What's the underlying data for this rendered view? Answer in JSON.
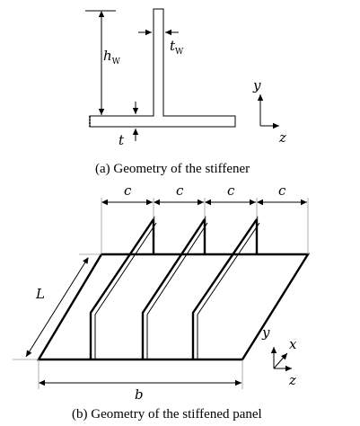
{
  "stiffener": {
    "hw_main": "h",
    "hw_sub": "W",
    "tw_main": "t",
    "tw_sub": "W",
    "t": "t",
    "axis_y": "y",
    "axis_z": "z",
    "caption": "(a)  Geometry of the stiffener"
  },
  "panel": {
    "spacing_labels": [
      "c",
      "c",
      "c",
      "c"
    ],
    "length_label": "L",
    "width_label": "b",
    "axis_y": "y",
    "axis_x": "x",
    "axis_z": "z",
    "caption": "(b)  Geometry of the stiffened panel"
  }
}
